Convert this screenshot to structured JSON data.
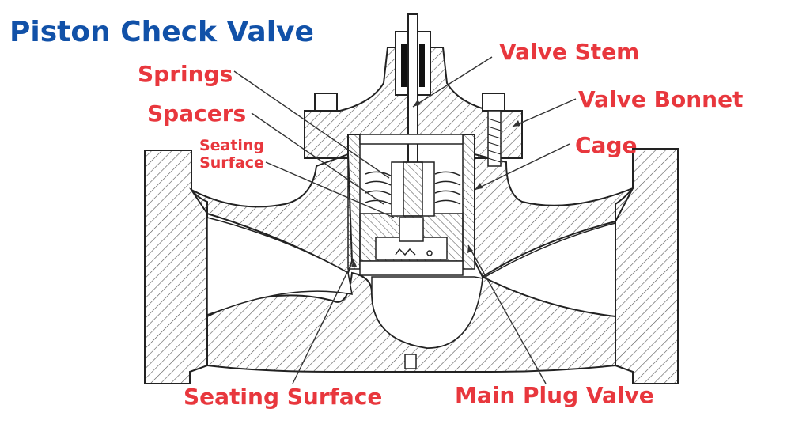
{
  "title": "Piston Check Valve",
  "labels": {
    "valve_stem": "Valve Stem",
    "springs": "Springs",
    "valve_bonnet": "Valve Bonnet",
    "spacers": "Spacers",
    "cage": "Cage",
    "seating_surface_upper_line1": "Seating",
    "seating_surface_upper_line2": "Surface",
    "seating_surface_lower": "Seating Surface",
    "main_plug_valve": "Main Plug Valve"
  },
  "colors": {
    "title": "#1151a8",
    "label": "#e8373d",
    "line": "#222222",
    "hatch": "#555555"
  }
}
